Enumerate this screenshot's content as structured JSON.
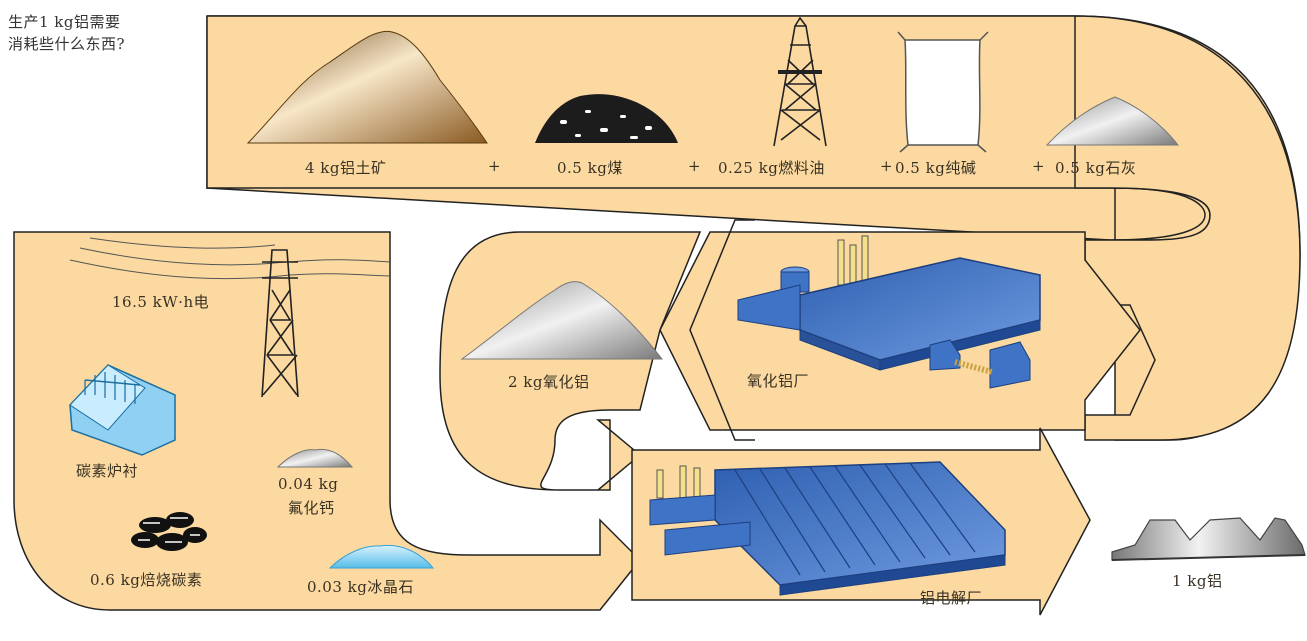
{
  "question": {
    "line1": "生产1 kg铝需要",
    "line2": "消耗些什么东西?"
  },
  "raw_materials": {
    "bauxite": "4 kg铝土矿",
    "plus1": "+",
    "coal": "0.5 kg煤",
    "plus2": "+",
    "fuel_oil": "0.25 kg燃料油",
    "plus3": "+",
    "soda": "0.5 kg纯碱",
    "plus4": "+",
    "lime": "0.5 kg石灰"
  },
  "alumina_plant": "氧化铝厂",
  "alumina": "2 kg氧化铝",
  "electrolysis_inputs": {
    "electricity": "16.5 kW·h电",
    "carbon_lining": "碳素炉衬",
    "caf2_amount": "0.04 kg",
    "caf2_name": "氟化钙",
    "baked_carbon": "0.6 kg焙烧碳素",
    "cryolite": "0.03 kg冰晶石"
  },
  "smelter": "铝电解厂",
  "product": "1 kg铝",
  "colors": {
    "band": "#fbd9a0",
    "outline": "#222222",
    "bauxite": "#a8702e",
    "factory": "#3f73c6",
    "alumina": "#b7b7b7"
  }
}
